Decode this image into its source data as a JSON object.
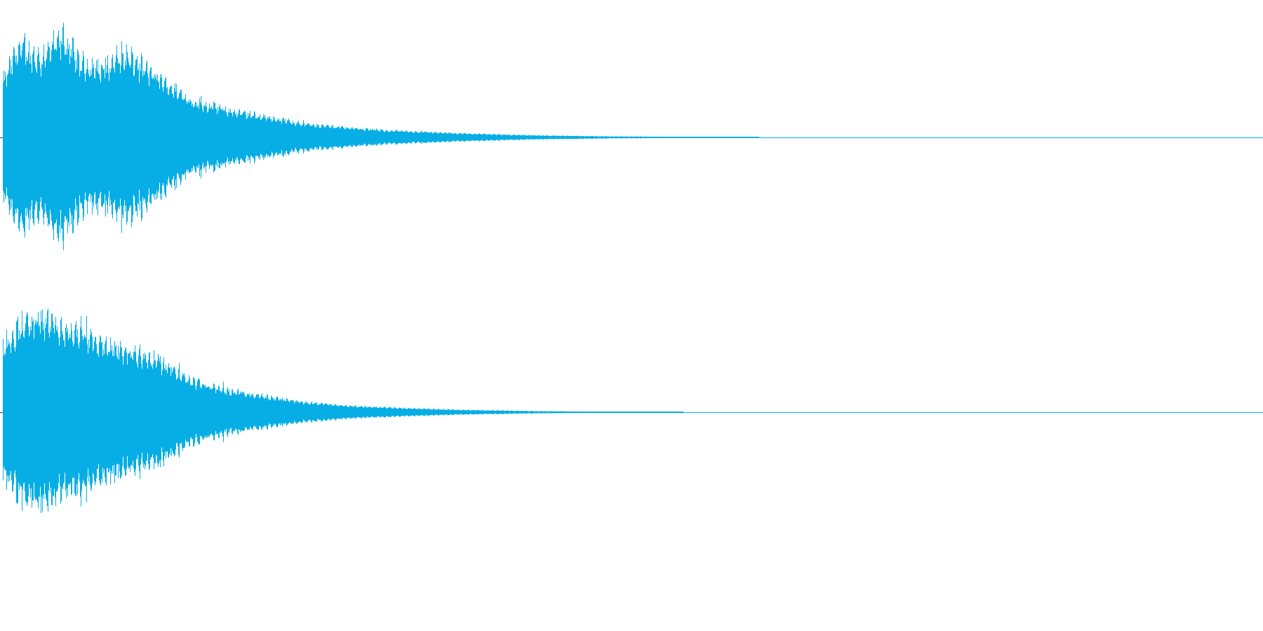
{
  "colors": {
    "background": "#ffffff",
    "waveform": "#06aee5"
  },
  "chart_data": {
    "type": "area",
    "channels": [
      {
        "envelope": {
          "time": [
            0.0,
            0.02,
            0.05,
            0.08,
            0.1,
            0.13,
            0.16,
            0.2,
            0.25,
            0.3,
            0.35,
            0.4,
            0.45,
            0.5,
            0.6,
            0.7,
            0.8,
            0.9,
            1.0
          ],
          "amplitude": [
            0.55,
            0.9,
            0.78,
            1.0,
            0.75,
            0.68,
            0.82,
            0.62,
            0.36,
            0.26,
            0.2,
            0.13,
            0.1,
            0.07,
            0.04,
            0.02,
            0.01,
            0.005,
            0.0
          ]
        }
      },
      {
        "envelope": {
          "time": [
            0.0,
            0.02,
            0.05,
            0.08,
            0.1,
            0.13,
            0.16,
            0.2,
            0.25,
            0.3,
            0.35,
            0.4,
            0.45,
            0.5,
            0.6,
            0.7,
            0.8,
            0.9,
            1.0
          ],
          "amplitude": [
            0.65,
            0.88,
            0.98,
            0.82,
            0.85,
            0.7,
            0.64,
            0.55,
            0.32,
            0.22,
            0.16,
            0.1,
            0.07,
            0.05,
            0.025,
            0.012,
            0.005,
            0.0,
            0.0
          ]
        }
      }
    ],
    "visible_fraction_of_timeline": 0.6,
    "grid": false,
    "legend": "none"
  }
}
